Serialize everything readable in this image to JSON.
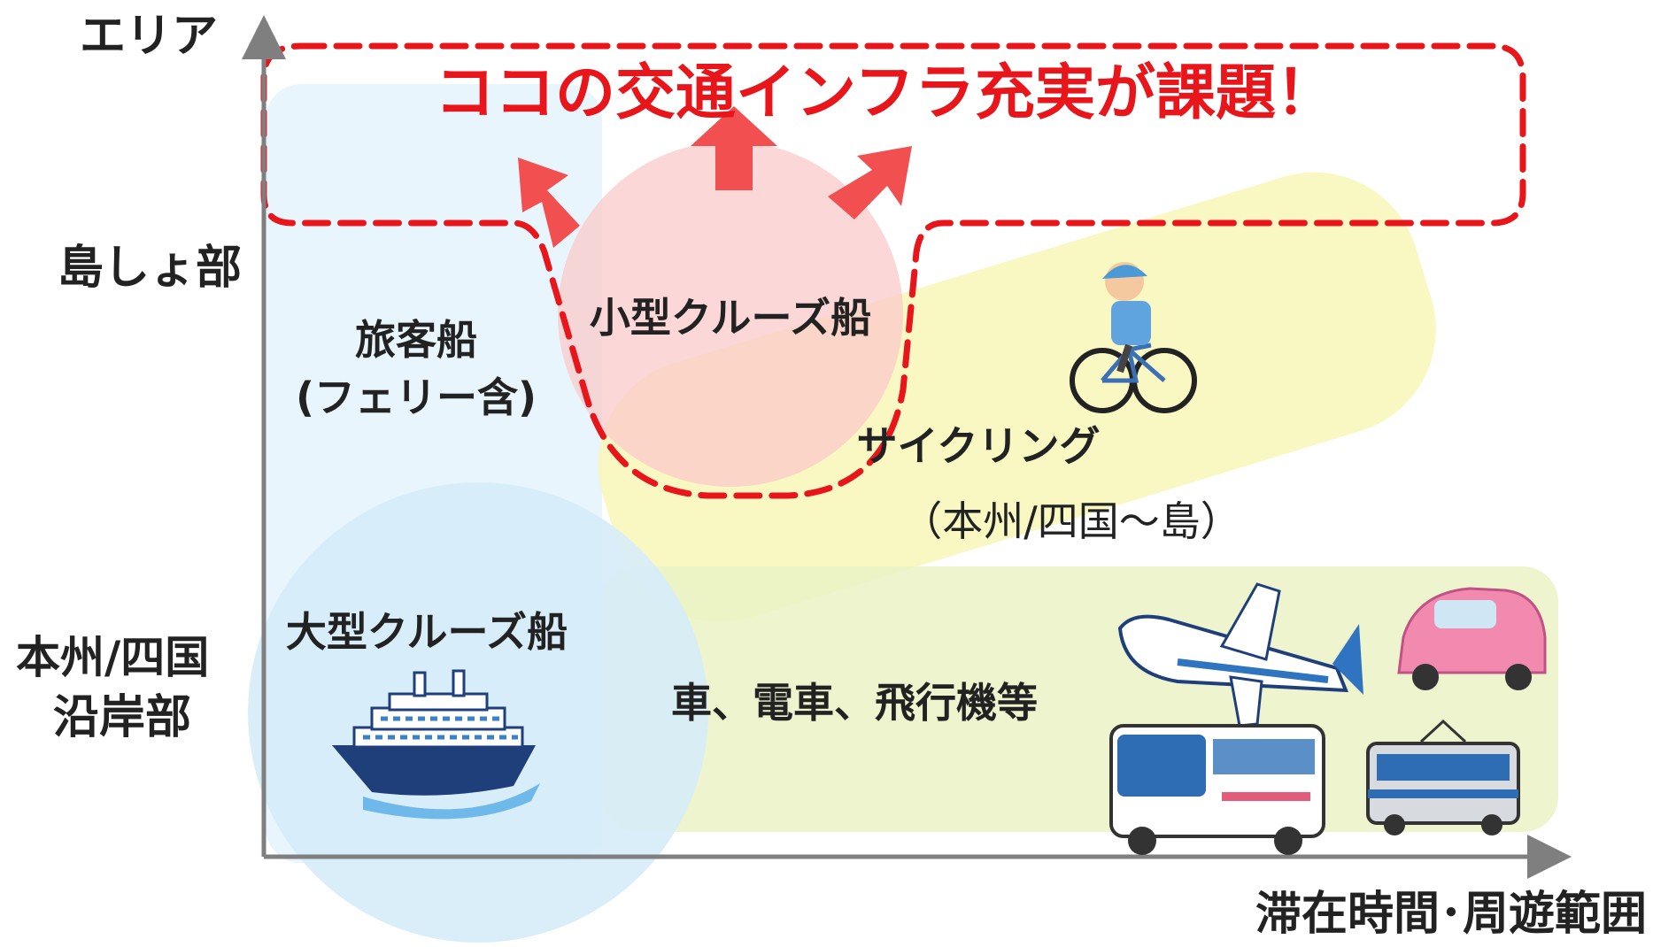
{
  "axes": {
    "y_label": "エリア",
    "x_label": "滞在時間･周遊範囲",
    "y_ticks": {
      "island": "島しょ部",
      "mainland_line1": "本州/四国",
      "mainland_line2": "沿岸部"
    }
  },
  "callout": {
    "text": "ココの交通インフラ充実が課題！"
  },
  "regions": {
    "small_cruise": "小型クルーズ船",
    "ferry_line1": "旅客船",
    "ferry_line2": "(フェリー含)",
    "large_cruise": "大型クルーズ船",
    "cycling": "サイクリング",
    "cycling_sub": "（本州/四国～島）",
    "ground_transport": "車、電車、飛行機等"
  },
  "colors": {
    "axis": "#7f7f7f",
    "callout_red": "#e8151b",
    "arrow_red": "#f25050",
    "blue_zone": "#dbeefb",
    "pink_zone": "#f9c9c9",
    "yellow_zone": "#f8f6b4",
    "green_zone": "#eaf2c6"
  },
  "icons": [
    "ship-icon",
    "cyclist-icon",
    "airplane-icon",
    "bus-icon",
    "car-icon",
    "train-icon"
  ]
}
